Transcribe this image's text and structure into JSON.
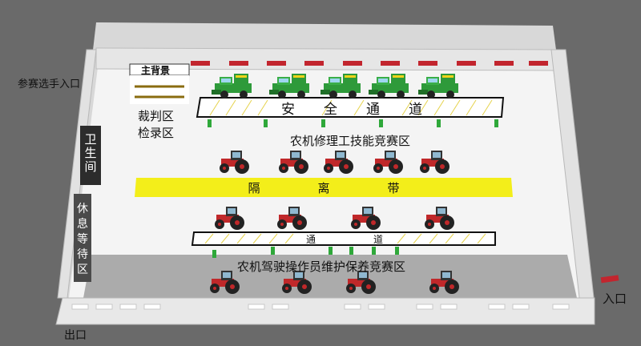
{
  "labels": {
    "main_backdrop": "主背景",
    "contestant_entrance": "参赛选手入口",
    "judge_area": "裁判区",
    "inspection_area": "检录区",
    "safety_channel": [
      "安",
      "全",
      "通",
      "道"
    ],
    "repair_area": "农机修理工技能竞赛区",
    "isolation_belt": [
      "隔",
      "离",
      "带"
    ],
    "channel": [
      "通",
      "道"
    ],
    "operator_area": "农机驾驶操作员维护保养竞赛区",
    "restroom": [
      "卫",
      "生",
      "间"
    ],
    "waiting_area": [
      "休",
      "息",
      "等",
      "待",
      "区"
    ],
    "entrance": "入口",
    "exit": "出口"
  },
  "counts": {
    "harvesters": 5,
    "tractors_row1": 5,
    "tractors_row2": 4,
    "tractors_row3": 4
  },
  "colors": {
    "harvester": "#2e9a3a",
    "tractor": "#c0282a",
    "isolation_belt": "#f3ee1a",
    "wall_mark": "#c2252e",
    "pole": "#2fa83a"
  }
}
